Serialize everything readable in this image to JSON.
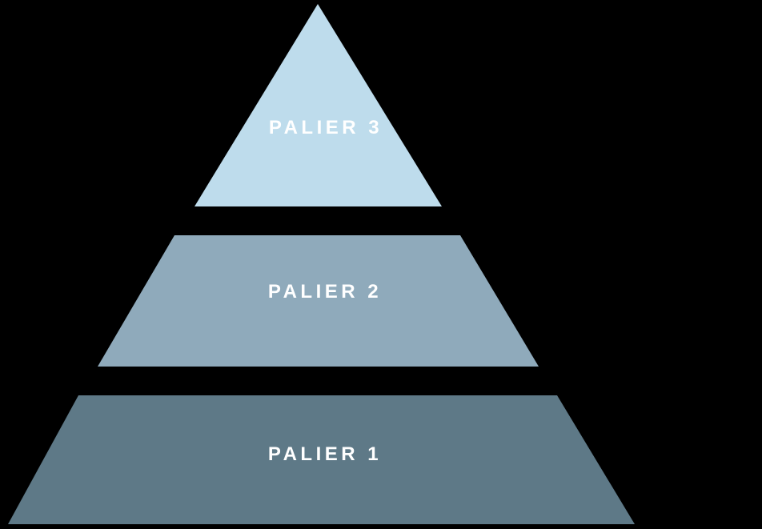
{
  "background_color": "#000000",
  "label_color": "#ffffff",
  "pyramid": {
    "type": "pyramid-diagram",
    "tiers": [
      {
        "level": 1,
        "label": "PALIER 1",
        "color": "#5e7987"
      },
      {
        "level": 2,
        "label": "PALIER 2",
        "color": "#8faabb"
      },
      {
        "level": 3,
        "label": "PALIER 3",
        "color": "#bedcec"
      }
    ]
  }
}
